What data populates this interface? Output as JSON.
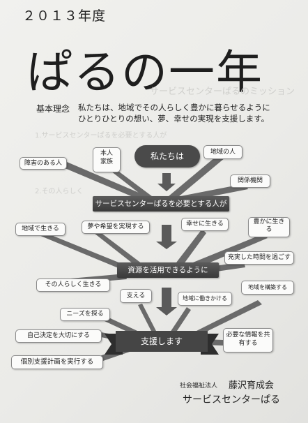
{
  "header": {
    "year": "２０１３年度",
    "title": "ぱるの一年"
  },
  "ghost": {
    "line1": "サービスセンターぱるのミッション",
    "line2": "1.サービスセンターぱるを必要とする人が",
    "line3": "2.その人らしく"
  },
  "philosophy": {
    "label": "基本理念",
    "lines": [
      "私たちは、地域でその人らしく豊かに暮らせるように",
      "ひとりひとりの想い、夢、幸せの実現を支援します。"
    ]
  },
  "diagram": {
    "top": {
      "center": "私たちは",
      "bubbles": [
        "障害のある人",
        "本人",
        "家族",
        "地域の人",
        "関係機関"
      ],
      "bar": "サービスセンターぱるを必要とする人が"
    },
    "middle": {
      "bubbles": [
        "地域で生きる",
        "夢や希望を実現する",
        "幸せに生きる",
        "豊かに生き",
        "る",
        "充実した時間を過ごす",
        "その人らしく生きる"
      ],
      "bar": "資源を活用できるように"
    },
    "bottom": {
      "bubbles": [
        "支える",
        "地域に働きかける",
        "地域を構築する",
        "ニーズを探る",
        "自己決定を大切にする",
        "必要な情報を共",
        "有する",
        "個別支援計画を実行する"
      ],
      "banner": "支援します"
    }
  },
  "organization": {
    "type": "社会福祉法人",
    "name": "藤沢育成会",
    "center": "サービスセンターぱる"
  }
}
